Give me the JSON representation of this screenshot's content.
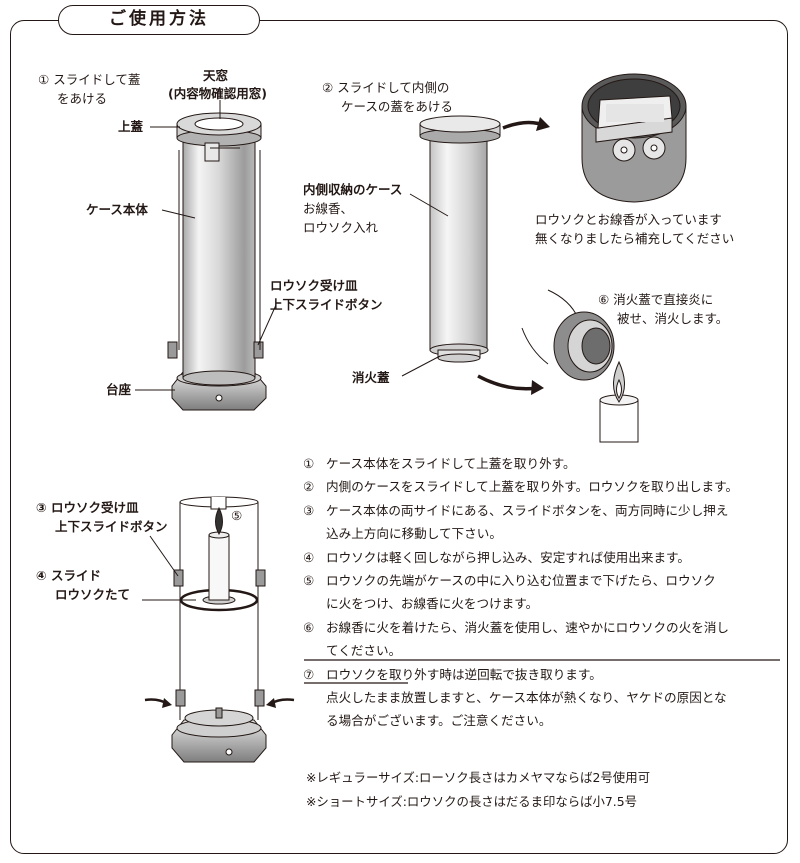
{
  "title": "ご使用方法",
  "labels": {
    "slide_lid_num": "①",
    "slide_lid_l1": "スライドして蓋",
    "slide_lid_l2": "をあける",
    "window_l1": "天窓",
    "window_l2": "(内容物確認用窓)",
    "top_lid": "上蓋",
    "case_body": "ケース本体",
    "tray_button_l1": "ロウソク受け皿",
    "tray_button_l2": "上下スライドボタン",
    "base": "台座",
    "inner_num": "②",
    "inner_l1": "スライドして内側の",
    "inner_l2": "ケースの蓋をあける",
    "inner_case": "内側収納のケース",
    "inner_case_l1": "お線香、",
    "inner_case_l2": "ロウソク入れ",
    "contents_l1": "ロウソクとお線香が入っています",
    "contents_l2": "無くなりましたら補充してください",
    "extinguisher_num": "⑥",
    "extinguisher_l1": "消火蓋で直接炎に",
    "extinguisher_l2": "被せ、消火します。",
    "snuffer": "消火蓋",
    "flame_num": "⑤",
    "tray_num": "③",
    "tray2_l1": "ロウソク受け皿",
    "tray2_l2": "上下スライドボタン",
    "stand_num": "④",
    "stand_l1": "スライド",
    "stand_l2": "ロウソクたて"
  },
  "steps": [
    {
      "num": "①",
      "lines": [
        "ケース本体をスライドして上蓋を取り外す。"
      ]
    },
    {
      "num": "②",
      "lines": [
        "内側のケースをスライドして上蓋を取り外す。ロウソクを取り出します。"
      ]
    },
    {
      "num": "③",
      "lines": [
        "ケース本体の両サイドにある、スライドボタンを、両方同時に少し押え",
        "込み上方向に移動して下さい。"
      ]
    },
    {
      "num": "④",
      "lines": [
        "ロウソクは軽く回しながら押し込み、安定すれば使用出来ます。"
      ]
    },
    {
      "num": "⑤",
      "lines": [
        "ロウソクの先端がケースの中に入り込む位置まで下げたら、ロウソク",
        "に火をつけ、お線香に火をつけます。"
      ]
    },
    {
      "num": "⑥",
      "lines": [
        "お線香に火を着けたら、消火蓋を使用し、速やかにロウソクの火を消し",
        "てください。"
      ]
    },
    {
      "num": "⑦",
      "lines": [
        "ロウソクを取り外す時は逆回転で抜き取ります。",
        "点火したまま放置しますと、ケース本体が熱くなり、ヤケドの原因とな",
        "る場合がございます。ご注意ください。"
      ]
    }
  ],
  "notes": [
    "※レギュラーサイズ:ローソク長さはカメヤマならば2号使用可",
    "※ショートサイズ:ロウソクの長さはだるま印ならば小7.5号"
  ]
}
